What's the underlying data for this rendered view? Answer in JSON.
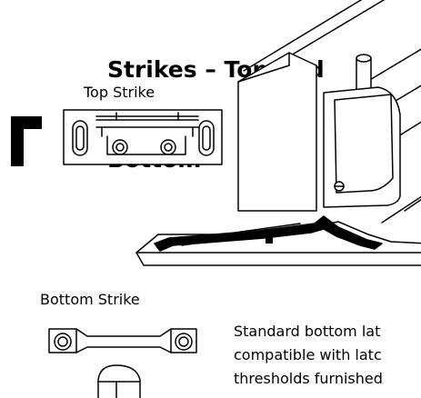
{
  "title": {
    "line1": "Strikes – Top and",
    "line2": "Bottom"
  },
  "labels": {
    "top_strike": "Top Strike",
    "bottom_strike": "Bottom Strike"
  },
  "note": {
    "line1": "Standard bottom lat",
    "line2": "compatible with latc",
    "line3": "thresholds furnished"
  }
}
